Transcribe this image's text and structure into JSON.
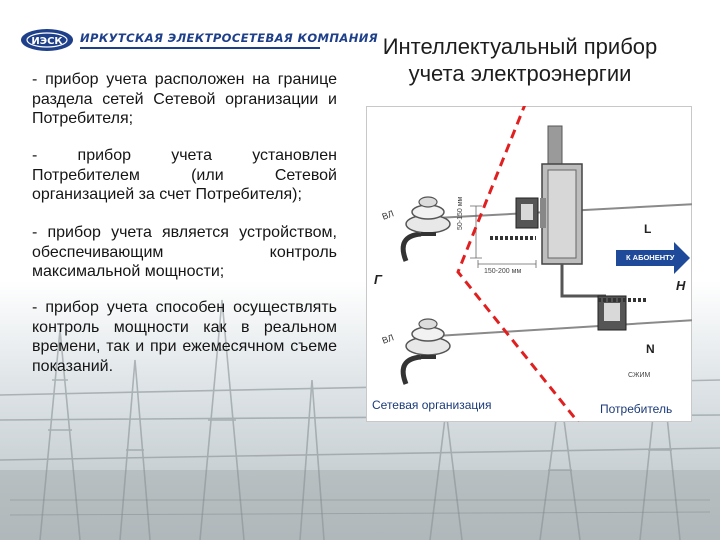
{
  "header": {
    "company_name": "ИРКУТСКАЯ ЭЛЕКТРОСЕТЕВАЯ КОМПАНИЯ",
    "logo_mark": "ИЭСК"
  },
  "title": "Интеллектуальный прибор учета электроэнергии",
  "bullets": [
    "- прибор учета расположен на границе раздела сетей Сетевой организации и Потребителя;",
    "- прибор учета установлен Потребителем (или Сетевой организацией за счет Потребителя);",
    "- прибор учета является устройством, обеспечивающим контроль максимальной мощности;",
    "- прибор учета способен осуществлять контроль мощности как в реальном времени, так и при ежемесячном съеме показаний."
  ],
  "diagram": {
    "line_label_top": "ВЛ",
    "line_label_bottom": "ВЛ",
    "label_G": "Г",
    "label_H": "Н",
    "label_L": "L",
    "label_N": "N",
    "arrow_label": "К АБОНЕНТУ",
    "dim_horizontal": "150-200 мм",
    "dim_vertical": "50-150 мм",
    "clamp_label": "СЖИМ",
    "grid_side_label": "Сетевая организация",
    "consumer_side_label": "Потребитель"
  },
  "colors": {
    "boundary_line": "#e02020",
    "arrow": "#1f4a9a",
    "caption_text": "#1b3a78",
    "logo_blue": "#1e3f8a"
  },
  "icons": {
    "logo": "iesk-logo-icon",
    "insulator": "insulator-icon",
    "meter": "meter-icon",
    "clamp": "clamp-icon"
  }
}
